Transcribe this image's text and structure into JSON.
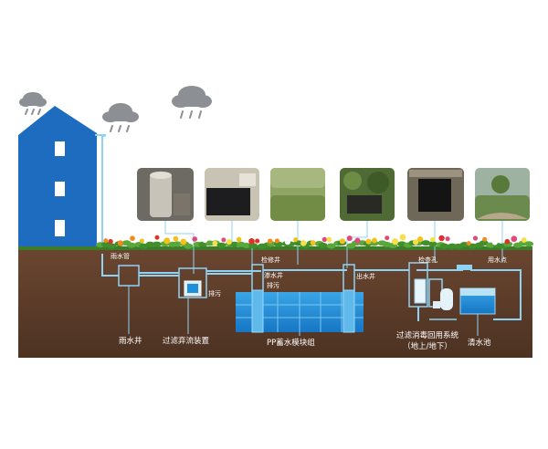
{
  "labels": {
    "rainwater_pipe": "雨水管",
    "rainwater_well": "雨水井",
    "filter_diverter": "过滤弃流装置",
    "discharge_1": "排污",
    "inspection_well": "检修井",
    "infiltration_well": "渗水井",
    "discharge_2": "排污",
    "outlet_well": "出水井",
    "pp_storage": "PP蓄水模块组",
    "inspection_hole": "检查孔",
    "water_point": "用水点",
    "filter_system_line1": "过滤消毒回用系统",
    "filter_system_line2": "（地上/地下）",
    "clear_water_tank": "清水池"
  },
  "photos": [
    {
      "name": "photo-filter-unit"
    },
    {
      "name": "photo-module-install"
    },
    {
      "name": "photo-grass-lawn"
    },
    {
      "name": "photo-garden-plants"
    },
    {
      "name": "photo-tank-pit"
    },
    {
      "name": "photo-park-landscape"
    }
  ],
  "colors": {
    "house_blue": "#1e6cc0",
    "soil_brown": "#5a3b28",
    "pipe_blue": "#8fd3f4",
    "tank_blue": "#1f8fd8",
    "cloud_grey": "#8c8f94"
  },
  "icons": [
    "rain-cloud-icon",
    "house-icon",
    "flower-bed"
  ]
}
